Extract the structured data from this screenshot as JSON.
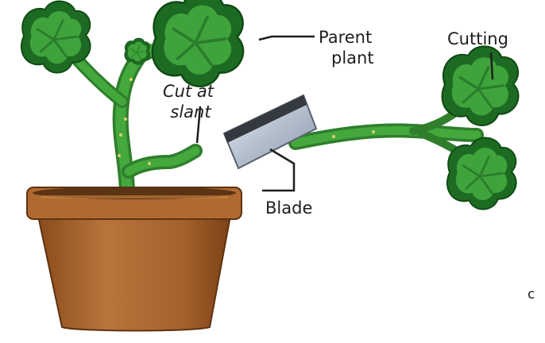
{
  "labels": {
    "parent_plant_line1": "Parent",
    "parent_plant_line2": "plant",
    "cutting": "Cutting",
    "cut_at_slant_line1": "Cut at",
    "cut_at_slant_line2": "slant",
    "blade": "Blade",
    "edge_fragment": "c"
  },
  "colors": {
    "leaf_dark": "#1d6b22",
    "leaf_light": "#3fa33c",
    "stem": "#3f9a3a",
    "pot": "#a8632c",
    "pot_rim": "#8e4f1f",
    "soil": "#5a3414",
    "blade_metal": "#c9d3e0",
    "blade_back": "#34383f"
  }
}
